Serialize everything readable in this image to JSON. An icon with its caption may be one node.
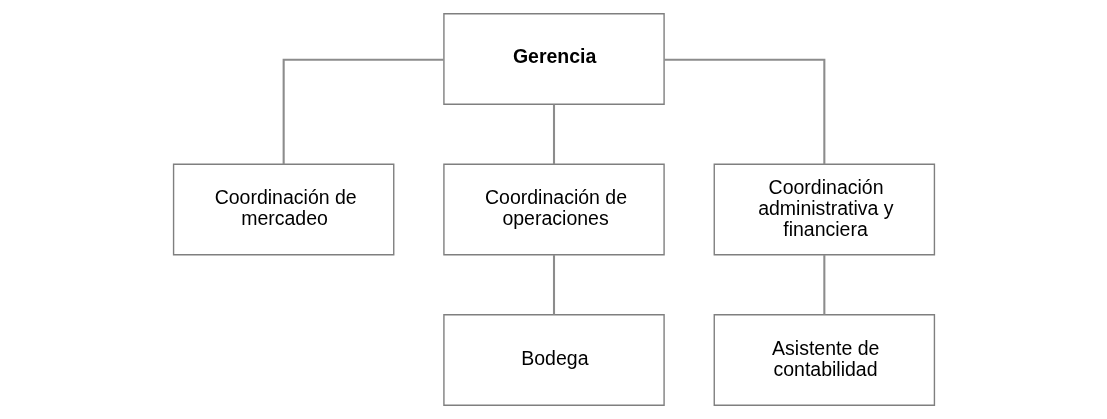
{
  "diagram": {
    "nodes": [
      {
        "text": [
          "Gerencia"
        ]
      },
      {
        "text": [
          "Coordinación de mercadeo"
        ]
      },
      {
        "text": [
          "Coordinación de operaciones"
        ]
      },
      {
        "text": [
          "Coordinación administrativa y financiera"
        ]
      },
      {
        "text": [
          "Bodega"
        ]
      },
      {
        "text": [
          "Asistente de contabilidad"
        ]
      }
    ],
    "edges": [
      {
        "from": 0,
        "to": 1,
        "arrow": "none"
      },
      {
        "from": 0,
        "to": 2,
        "arrow": "none"
      },
      {
        "from": 0,
        "to": 3,
        "arrow": "none"
      },
      {
        "from": 2,
        "to": 4,
        "arrow": "none"
      },
      {
        "from": 3,
        "to": 5,
        "arrow": "none"
      }
    ]
  }
}
